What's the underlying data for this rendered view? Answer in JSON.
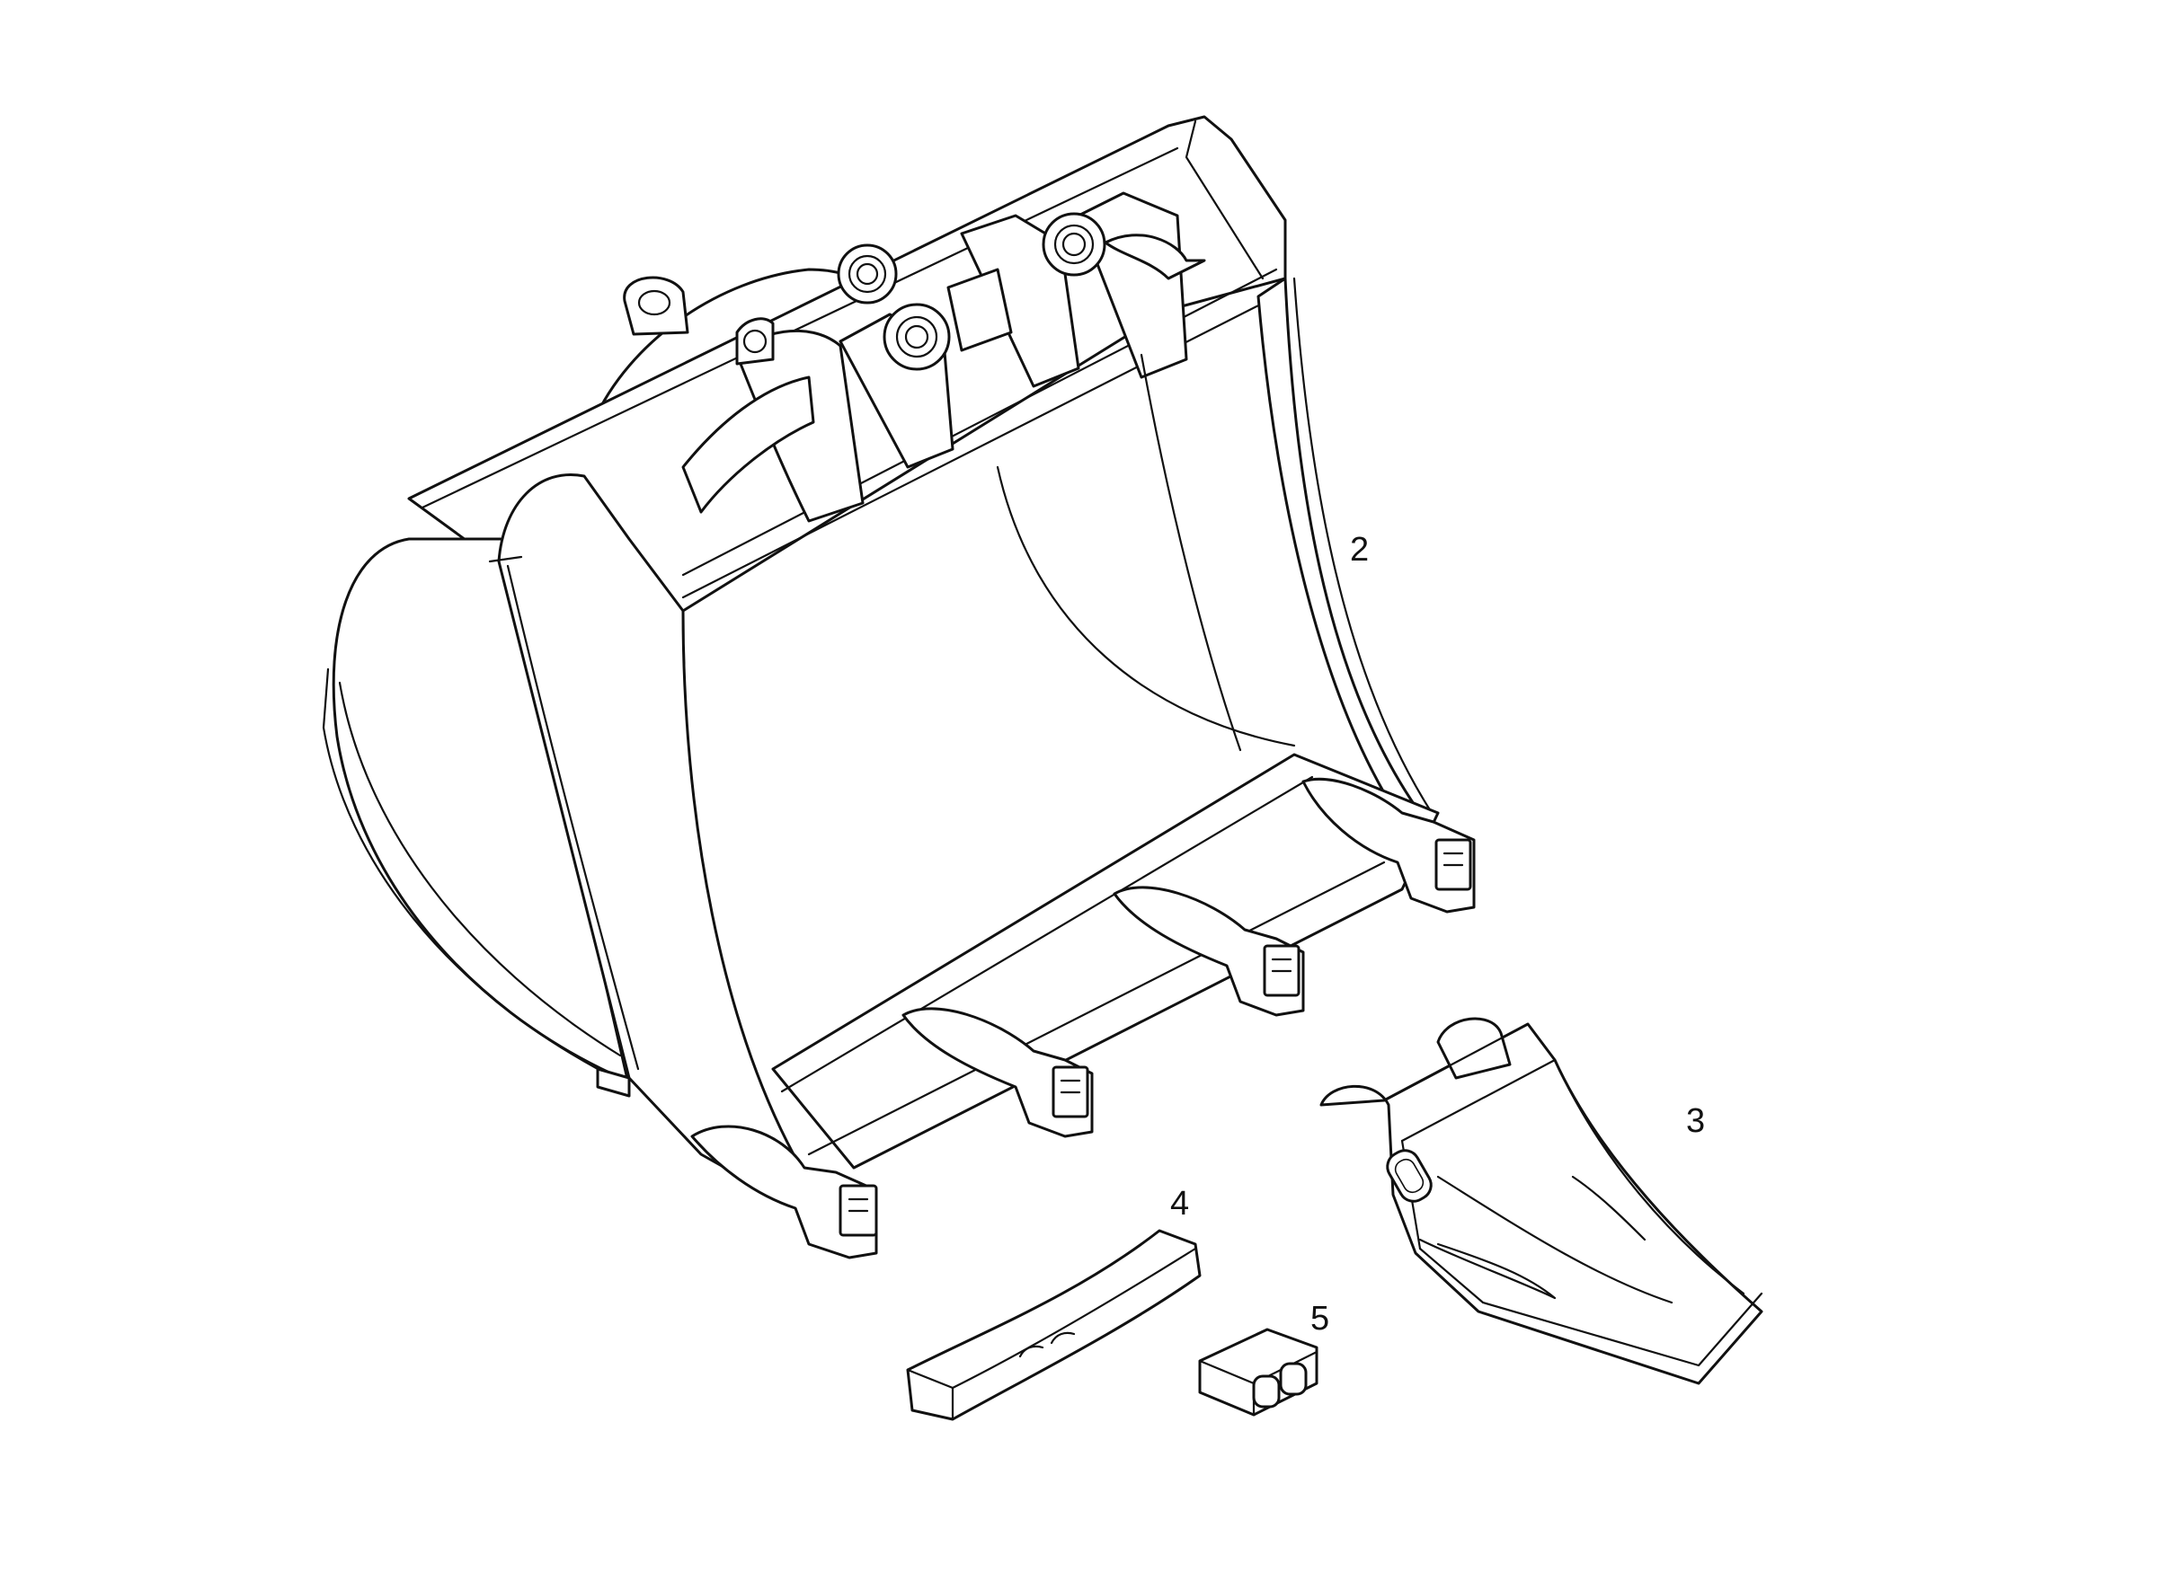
{
  "diagram": {
    "background": "#ffffff",
    "line_color": "#111111",
    "callouts": [
      {
        "id": "bucket",
        "label": "2"
      },
      {
        "id": "tooth",
        "label": "3"
      },
      {
        "id": "pin",
        "label": "4"
      },
      {
        "id": "retainer",
        "label": "5"
      }
    ]
  }
}
